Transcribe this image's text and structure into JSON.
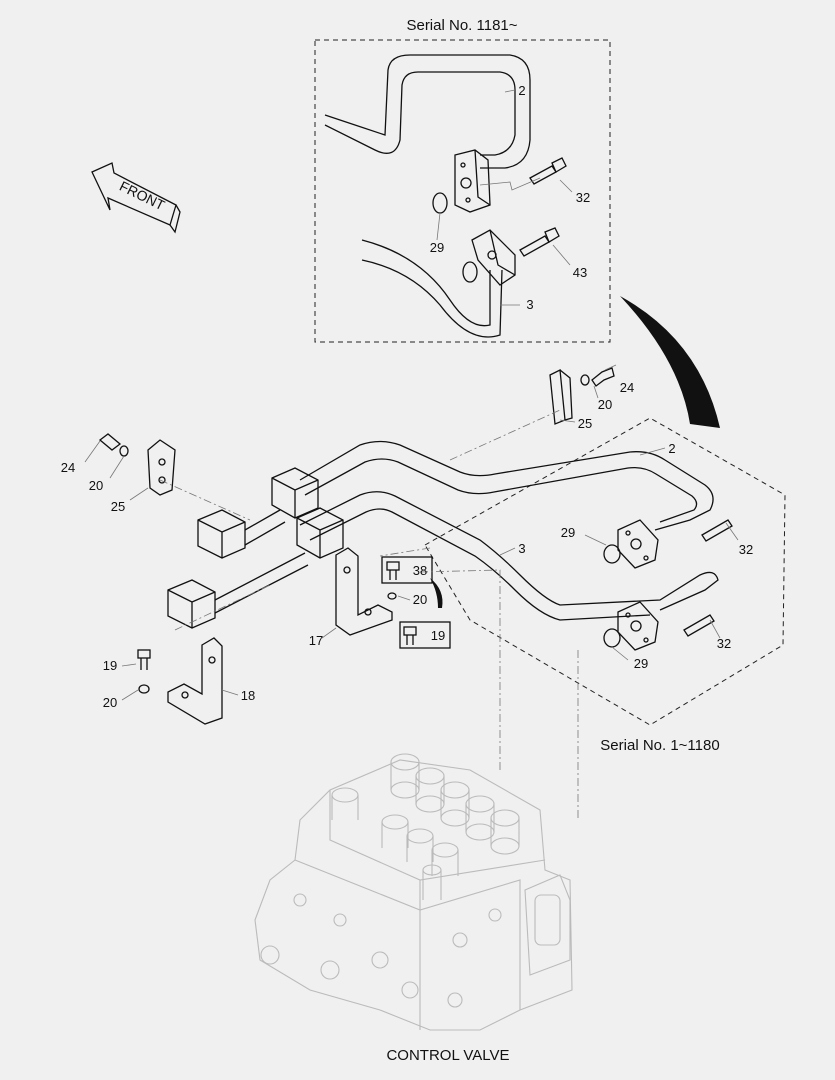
{
  "captions": {
    "serial_top": "Serial No. 1181~",
    "serial_bottom": "Serial No. 1~1180",
    "control_valve": "CONTROL VALVE",
    "front_arrow": "FRONT"
  },
  "callouts": {
    "top_pipe_2": "2",
    "top_bolt_32": "32",
    "top_oring_29": "29",
    "top_bolt_43": "43",
    "top_pipe_3": "3",
    "right_bolt_24": "24",
    "right_washer_20": "20",
    "right_clamp_25": "25",
    "left_bolt_24": "24",
    "left_washer_20": "20",
    "left_clamp_25": "25",
    "main_pipe_2": "2",
    "main_oring_29_upper": "29",
    "main_bolt_32_upper": "32",
    "main_pipe_3": "3",
    "bolt_38": "38",
    "washer_20_center": "20",
    "bolt_19_center": "19",
    "bracket_17": "17",
    "main_bolt_32_lower": "32",
    "main_oring_29_lower": "29",
    "bolt_19_left": "19",
    "washer_20_left": "20",
    "bracket_18": "18"
  }
}
